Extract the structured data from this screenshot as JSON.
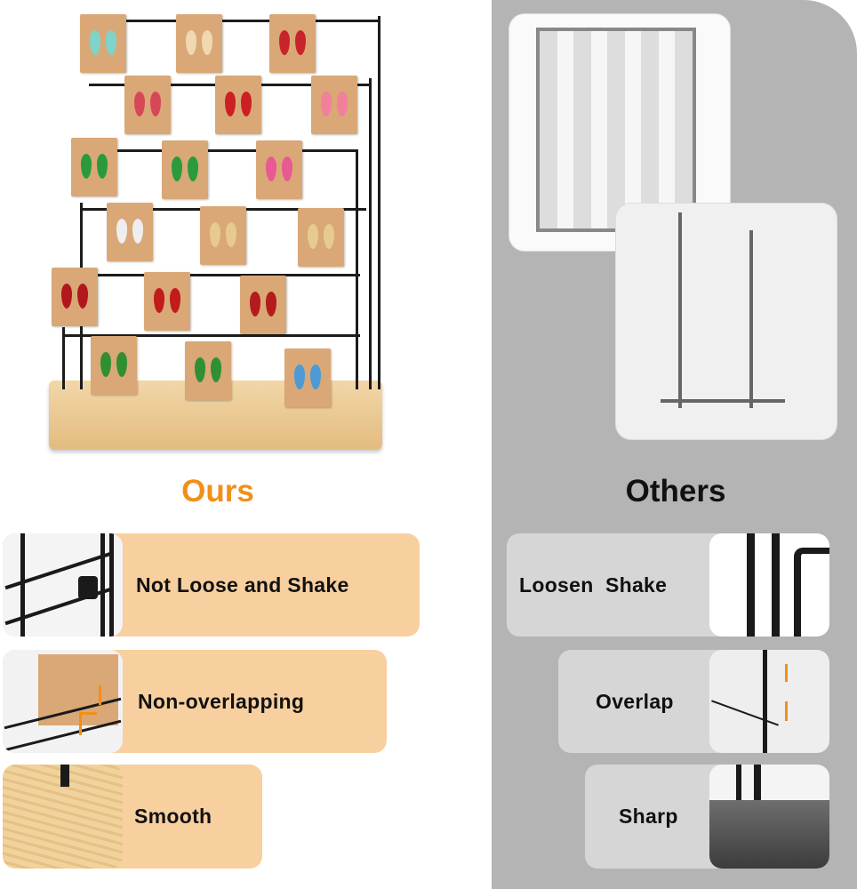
{
  "left": {
    "heading": "Ours",
    "features": [
      {
        "label": "Not Loose and Shake",
        "image": "adjustment-knob-closeup"
      },
      {
        "label": "Non-overlapping",
        "image": "hook-closeup"
      },
      {
        "label": "Smooth",
        "image": "wood-base-closeup"
      }
    ]
  },
  "right": {
    "heading": "Others",
    "features": [
      {
        "label": "Loosen  Shake",
        "image": "bent-rod-closeup"
      },
      {
        "label": "Overlap",
        "image": "overlapping-hooks-closeup"
      },
      {
        "label": "Sharp",
        "image": "sharp-base-closeup"
      }
    ]
  },
  "colors": {
    "accent": "#f0901a",
    "ours_card": "#f8cf9f",
    "others_panel": "#b4b4b4",
    "others_card": "#d6d6d6"
  }
}
